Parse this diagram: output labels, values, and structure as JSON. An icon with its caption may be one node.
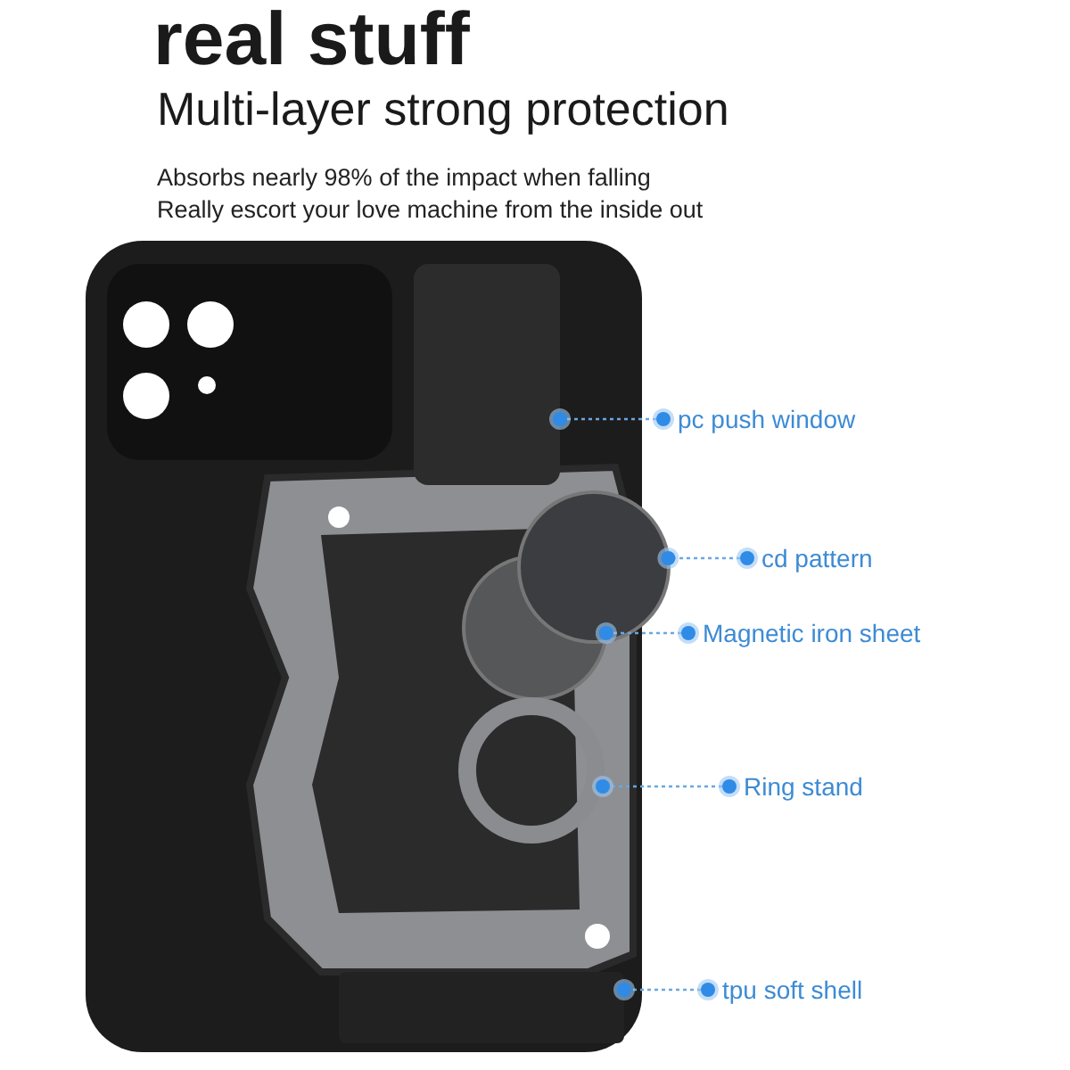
{
  "diagram": {
    "title": "real stuff",
    "nodes": [
      {
        "text": [
          "pc push window"
        ]
      },
      {
        "text": [
          "cd pattern"
        ]
      },
      {
        "text": [
          "Magnetic iron sheet"
        ]
      },
      {
        "text": [
          "Ring stand"
        ]
      },
      {
        "text": [
          "tpu soft shell"
        ]
      },
      {
        "text": [],
        "shape": "box"
      },
      {
        "text": [],
        "shape": "circle"
      },
      {
        "text": [],
        "shape": "circle"
      },
      {
        "text": [],
        "shape": "circle"
      },
      {
        "text": [],
        "shape": "bar"
      }
    ],
    "edges": [
      {
        "from": 0,
        "to": 5,
        "arrow": "other",
        "style": "dashed"
      },
      {
        "from": 1,
        "to": 6,
        "arrow": "other",
        "style": "dashed"
      },
      {
        "from": 2,
        "to": 7,
        "arrow": "other",
        "style": "dashed"
      },
      {
        "from": 3,
        "to": 8,
        "arrow": "other",
        "style": "dashed"
      },
      {
        "from": 4,
        "to": 9,
        "arrow": "other",
        "style": "dashed"
      }
    ],
    "labels": [
      "Multi-layer strong protection",
      "Absorbs nearly 98% of the impact when falling",
      "Really escort your love machine from the inside out"
    ]
  }
}
